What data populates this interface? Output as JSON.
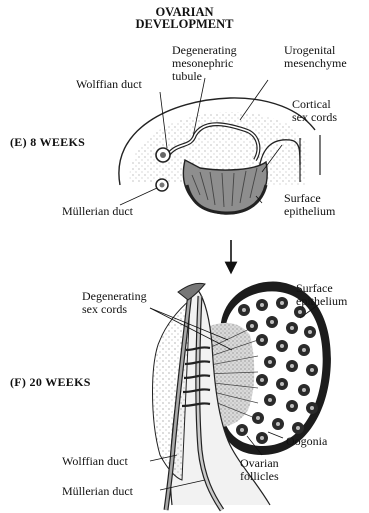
{
  "title": {
    "line1": "OVARIAN",
    "line2": "DEVELOPMENT"
  },
  "panel_e": {
    "stage": "(E)  8 WEEKS",
    "labels": {
      "degenerating_tubule": "Degenerating\nmesonephric\ntubule",
      "urogenital_mesenchyme": "Urogenital\nmesenchyme",
      "wolffian_duct": "Wolffian duct",
      "cortical_sex_cords": "Cortical\nsex cords",
      "mullerian_duct": "Müllerian duct",
      "surface_epithelium": "Surface\nepithelium"
    }
  },
  "panel_f": {
    "stage": "(F)  20 WEEKS",
    "labels": {
      "degenerating_sex_cords": "Degenerating\nsex cords",
      "surface_epithelium": "Surface\nepithelium",
      "oogonia": "Oogonia",
      "wolffian_duct": "Wolffian duct",
      "ovarian_follicles": "Ovarian\nfollicles",
      "mullerian_duct": "Müllerian duct"
    }
  },
  "colors": {
    "ink": "#111111",
    "tissue_gray": "#9a9a9a",
    "dark": "#222222"
  }
}
